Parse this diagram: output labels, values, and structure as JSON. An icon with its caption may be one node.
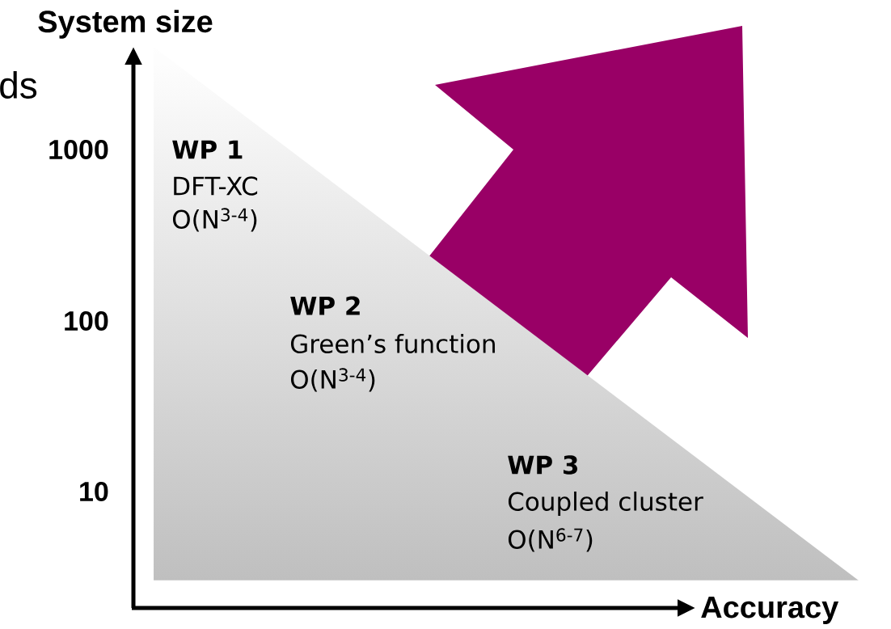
{
  "diagram": {
    "nodes": [
      {
        "text": [
          "WP 1",
          "DFT-XC",
          "O(N$^{3-4}$)",
          "WP 2",
          "Green’s function",
          "O(N$^{3-4}$)",
          "WP 3",
          "Coupled cluster",
          "O(N$^{6-7}$)"
        ]
      }
    ],
    "labels": [
      "System size",
      "ds",
      "1000",
      "100",
      "10",
      "Accuracy"
    ]
  }
}
